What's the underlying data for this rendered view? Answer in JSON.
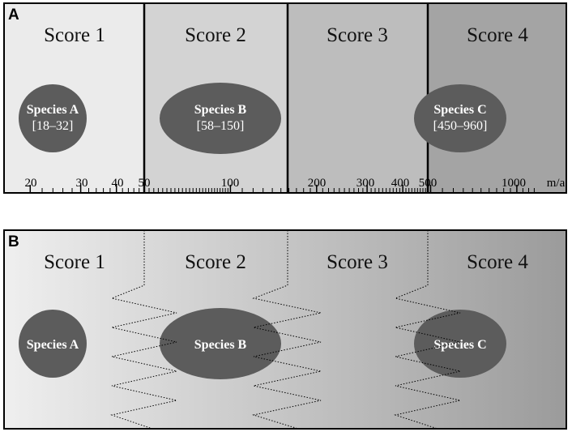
{
  "panel_a": {
    "letter": "A",
    "zones": [
      {
        "label": "Score 1",
        "fill": "#ebebeb"
      },
      {
        "label": "Score 2",
        "fill": "#d3d3d3"
      },
      {
        "label": "Score 3",
        "fill": "#bdbdbd"
      },
      {
        "label": "Score 4",
        "fill": "#a4a4a4"
      }
    ],
    "species": [
      {
        "name": "Species A",
        "range": "[18–32]"
      },
      {
        "name": "Species B",
        "range": "[58–150]"
      },
      {
        "name": "Species C",
        "range": "[450–960]"
      }
    ],
    "axis": {
      "ticks": [
        "20",
        "30",
        "40",
        "50",
        "100",
        "200",
        "300",
        "400",
        "500",
        "1000"
      ],
      "unit": "m/a"
    }
  },
  "panel_b": {
    "letter": "B",
    "zones": [
      {
        "label": "Score 1"
      },
      {
        "label": "Score 2"
      },
      {
        "label": "Score 3"
      },
      {
        "label": "Score 4"
      }
    ],
    "gradient": {
      "from": "#efefef",
      "to": "#9b9b9b"
    },
    "species": [
      {
        "name": "Species A"
      },
      {
        "name": "Species B"
      },
      {
        "name": "Species C"
      }
    ]
  },
  "colors": {
    "ellipse": "#5c5c5c",
    "border": "#000000"
  }
}
